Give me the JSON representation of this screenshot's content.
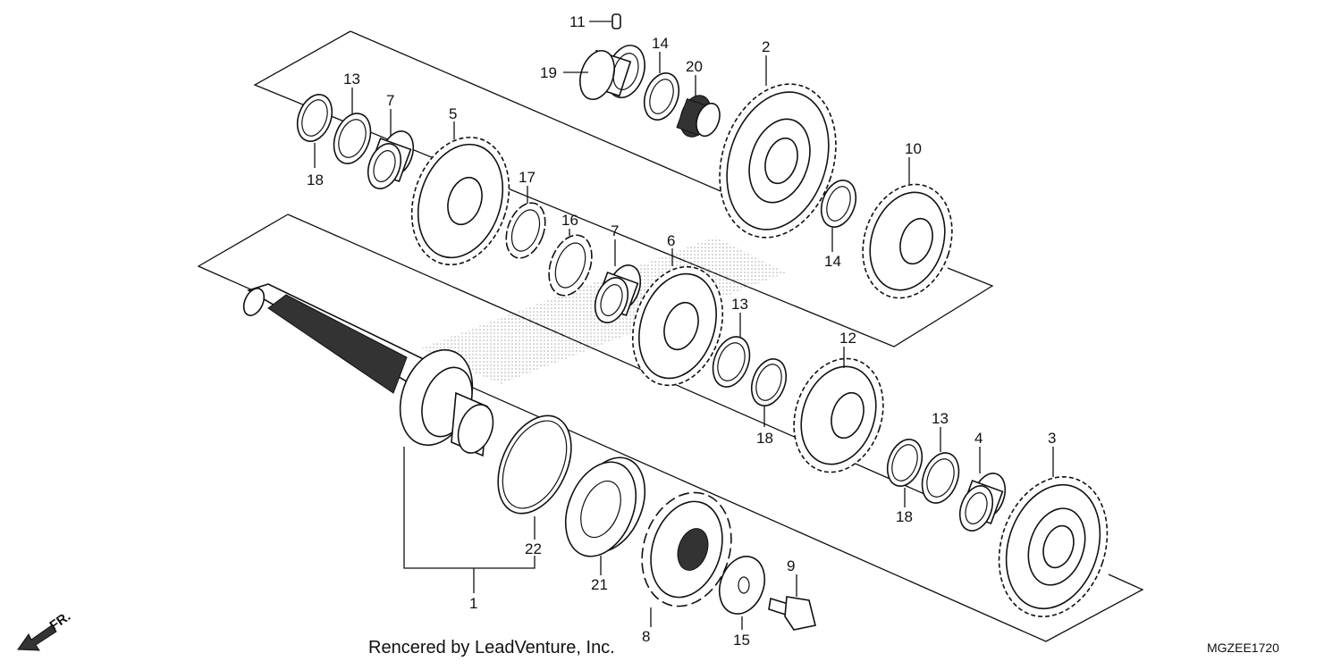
{
  "diagram": {
    "credit": "Rencered by LeadVenture, Inc.",
    "code": "MGZEE1720",
    "front_label": "FR.",
    "callouts": [
      "1",
      "2",
      "3",
      "4",
      "5",
      "6",
      "7",
      "7",
      "8",
      "9",
      "10",
      "11",
      "12",
      "13",
      "13",
      "13",
      "14",
      "14",
      "15",
      "16",
      "17",
      "18",
      "18",
      "18",
      "19",
      "20",
      "21",
      "22"
    ]
  }
}
